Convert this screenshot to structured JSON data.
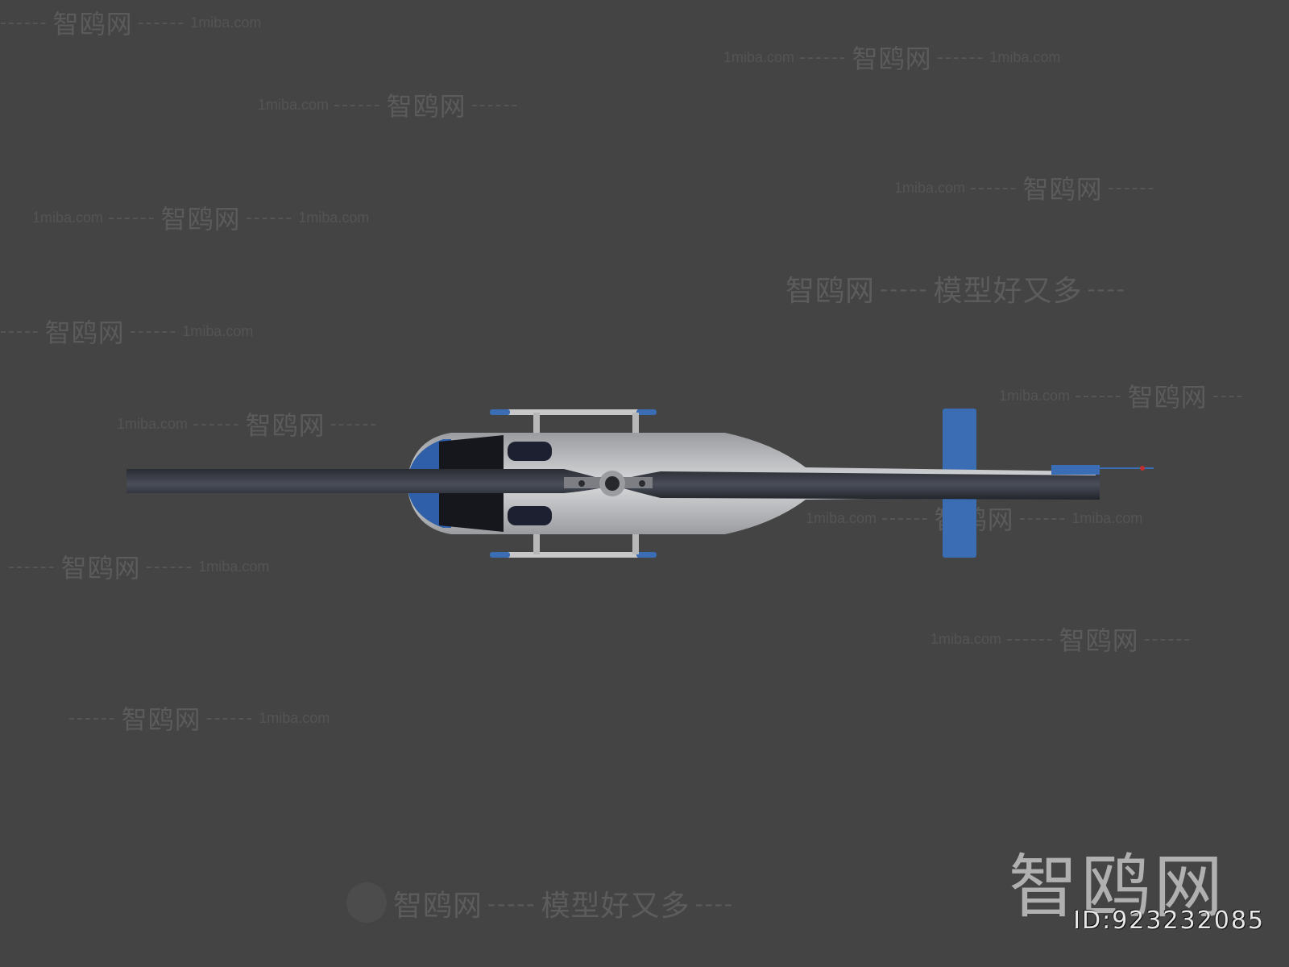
{
  "scene": {
    "subject": "helicopter-top-view",
    "background_color": "#444444",
    "accent_color": "#3a6db4"
  },
  "watermark": {
    "site_name": "智鸥网",
    "site_url": "1miba.com",
    "slogan": "模型好又多",
    "dashes": "------",
    "dashes_short": "-----",
    "dashes_tail": "----"
  },
  "brand": {
    "logo_text": "智鸥网",
    "id_label": "ID:923232085"
  }
}
